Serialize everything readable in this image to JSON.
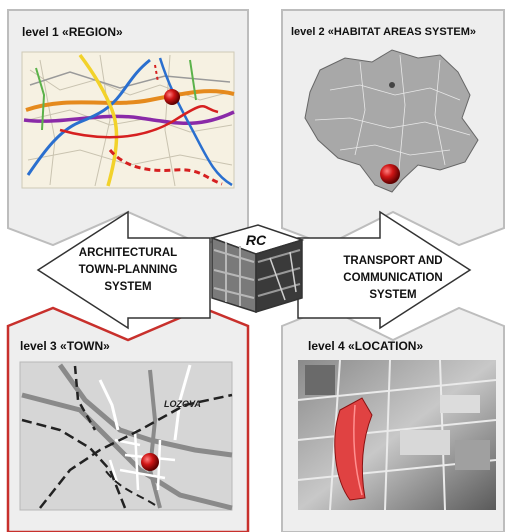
{
  "panels": {
    "level1": {
      "title": "level 1 «REGION»"
    },
    "level2": {
      "title": "level 2 «HABITAT AREAS SYSTEM»"
    },
    "level3": {
      "title": "level 3 «TOWN»",
      "map_label": "LOZOVA"
    },
    "level4": {
      "title": "level 4 «LOCATION»"
    }
  },
  "arrows": {
    "left": {
      "line1": "ARCHITECTURAL",
      "line2": "TOWN-PLANNING",
      "line3": "SYSTEM"
    },
    "right": {
      "line1": "TRANSPORT AND",
      "line2": "COMMUNICATION",
      "line3": "SYSTEM"
    }
  },
  "center": {
    "label": "RC"
  },
  "colors": {
    "panel_bg": "#eeeeee",
    "panel_border": "#bdbdbd",
    "highlight_border": "#c8302c",
    "arrow_fill": "#ffffff",
    "marker_red": "#c2181b"
  }
}
